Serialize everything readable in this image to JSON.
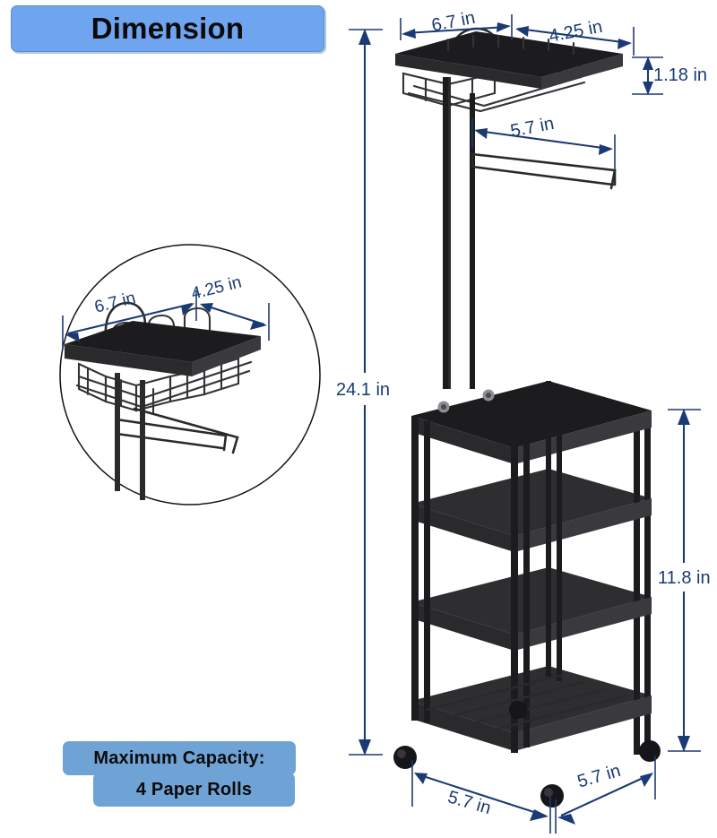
{
  "page": {
    "title": "Dimension",
    "background_color": "#ffffff",
    "accent_blue": "#6fa4ef",
    "badge_blue": "#6fa3d6",
    "dimension_line_color": "#1b3a73",
    "product_color": "#1c1c1e"
  },
  "badges": {
    "dimension_label": "Dimension",
    "capacity_title": "Maximum Capacity:",
    "capacity_value": "4 Paper Rolls"
  },
  "dimensions": {
    "top_basket_length": "6.7 in",
    "top_basket_width": "4.25 in",
    "top_basket_height": "1.18 in",
    "towel_bar_length": "5.7 in",
    "total_height": "24.1 in",
    "cage_height": "11.8 in",
    "base_depth": "5.7 in",
    "base_width": "5.7 in"
  },
  "inset": {
    "detail_length": "6.7 in",
    "detail_width": "4.25 in"
  }
}
